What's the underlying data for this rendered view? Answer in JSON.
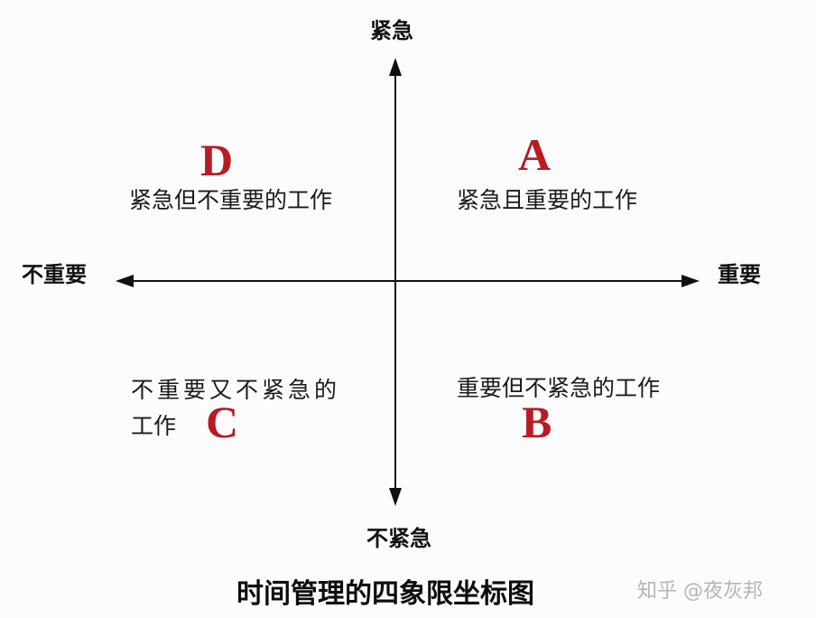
{
  "diagram": {
    "title": "时间管理的四象限坐标图",
    "watermark": "知乎 @夜灰邦",
    "axes": {
      "top": "紧急",
      "bottom": "不紧急",
      "left": "不重要",
      "right": "重要"
    },
    "quadrants": {
      "A": {
        "letter": "A",
        "text": "紧急且重要的工作"
      },
      "B": {
        "letter": "B",
        "text": "重要但不紧急的工作"
      },
      "C": {
        "letter": "C",
        "text_line1": "不重要又不紧急的",
        "text_line2": "工作"
      },
      "D": {
        "letter": "D",
        "text": "紧急但不重要的工作"
      }
    },
    "colors": {
      "letter": "#b71c22",
      "axis": "#111111",
      "text": "#1a1a1a",
      "background": "#fcfcfe",
      "watermark": "#b5b5b5"
    }
  }
}
